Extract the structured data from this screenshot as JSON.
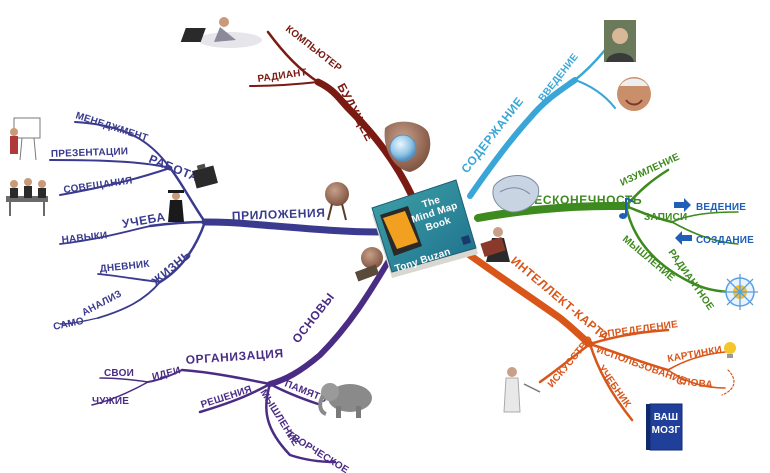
{
  "center": {
    "book_title_lines": [
      "The",
      "Mind Map",
      "Book"
    ],
    "book_author": "Tony Buzan"
  },
  "colors": {
    "future": "#7a1a12",
    "contents": "#3aa6d8",
    "infinity": "#3d8a1e",
    "mindmap": "#d9561a",
    "basics": "#4a2c85",
    "applications": "#3a3a8e",
    "accent_blue": "#1f5fb8"
  },
  "branches": {
    "future": {
      "label": "БУДУЩЕЕ",
      "sub1": "КОМПЬЮТЕР",
      "sub2": "РАДИАНТ"
    },
    "contents": {
      "label": "СОДЕРЖАНИЕ",
      "sub1": "ВВЕДЕНИЕ"
    },
    "infinity": {
      "label": "БЕСКОНЕЧНОСТЬ",
      "sub_study": "ИЗУМЛЕНИЕ",
      "sub_notes": "ЗАПИСИ",
      "notes_lead": "ВЕДЕНИЕ",
      "notes_create": "СОЗДАНИЕ",
      "sub_thinking": "МЫШЛЕНИЕ",
      "sub_radiant": "РАДИАНТНОЕ"
    },
    "mindmap": {
      "label": "ИНТЕЛЛЕКТ-КАРТА",
      "definition": "ОПРЕДЕЛЕНИЕ",
      "usage": "ИСПОЛЬЗОВАНИЕ",
      "pictures": "КАРТИНКИ",
      "words": "СЛОВА",
      "art": "ИСКУССТВО",
      "textbook": "УЧЕБНИК",
      "book_badge_line1": "ВАШ",
      "book_badge_line2": "МОЗГ"
    },
    "basics": {
      "label": "ОСНОВЫ",
      "organization": "ОРГАНИЗАЦИЯ",
      "ideas": "ИДЕИ",
      "own": "СВОИ",
      "others": "ЧУЖИЕ",
      "decisions": "РЕШЕНИЯ",
      "memory": "ПАМЯТЬ",
      "thinking": "МЫШЛЕНИЕ",
      "creative": "ТВОРЧЕСКОЕ"
    },
    "applications": {
      "label": "ПРИЛОЖЕНИЯ",
      "work": "РАБОТА",
      "management": "МЕНЕДЖМЕНТ",
      "presentations": "ПРЕЗЕНТАЦИИ",
      "meetings": "СОВЕЩАНИЯ",
      "study": "УЧЕБА",
      "skills": "НАВЫКИ",
      "life": "ЖИЗНЬ",
      "diary": "ДНЕВНИК",
      "self": "САМО-",
      "analysis": "АНАЛИЗ"
    }
  }
}
